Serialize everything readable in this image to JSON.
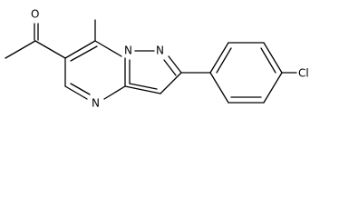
{
  "molecule": {
    "atoms": {
      "O": "O",
      "N_pyrimidine": "N",
      "N_bridge": "N",
      "N_pyrazole": "N",
      "Cl": "Cl"
    },
    "colors": {
      "bond": "#000000",
      "label": "#000000",
      "background": "#ffffff"
    }
  }
}
